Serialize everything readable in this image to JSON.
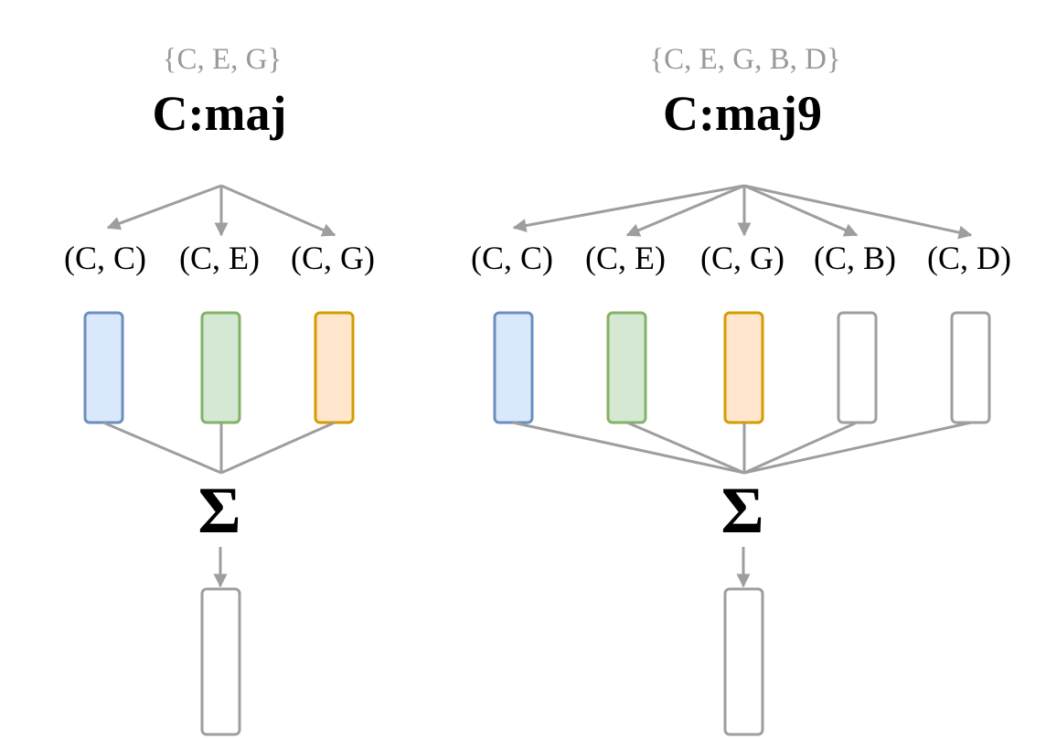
{
  "colors": {
    "line": "#9e9e9e",
    "note_set_text": "#999999",
    "blue_fill": "#dae8fc",
    "blue_stroke": "#6c8ebf",
    "green_fill": "#d5e8d4",
    "green_stroke": "#82b366",
    "orange_fill": "#ffe6cc",
    "orange_stroke": "#d79b00",
    "empty_fill": "#ffffff",
    "empty_stroke": "#9e9e9e"
  },
  "panels": [
    {
      "notes": "{C, E, G}",
      "chord": "C:maj",
      "sum_symbol": "Σ",
      "pairs": [
        {
          "label": "(C, C)",
          "color": "blue"
        },
        {
          "label": "(C, E)",
          "color": "green"
        },
        {
          "label": "(C, G)",
          "color": "orange"
        }
      ]
    },
    {
      "notes": "{C, E, G, B, D}",
      "chord": "C:maj9",
      "sum_symbol": "Σ",
      "pairs": [
        {
          "label": "(C, C)",
          "color": "blue"
        },
        {
          "label": "(C, E)",
          "color": "green"
        },
        {
          "label": "(C, G)",
          "color": "orange"
        },
        {
          "label": "(C, B)",
          "color": "empty"
        },
        {
          "label": "(C, D)",
          "color": "empty"
        }
      ]
    }
  ]
}
